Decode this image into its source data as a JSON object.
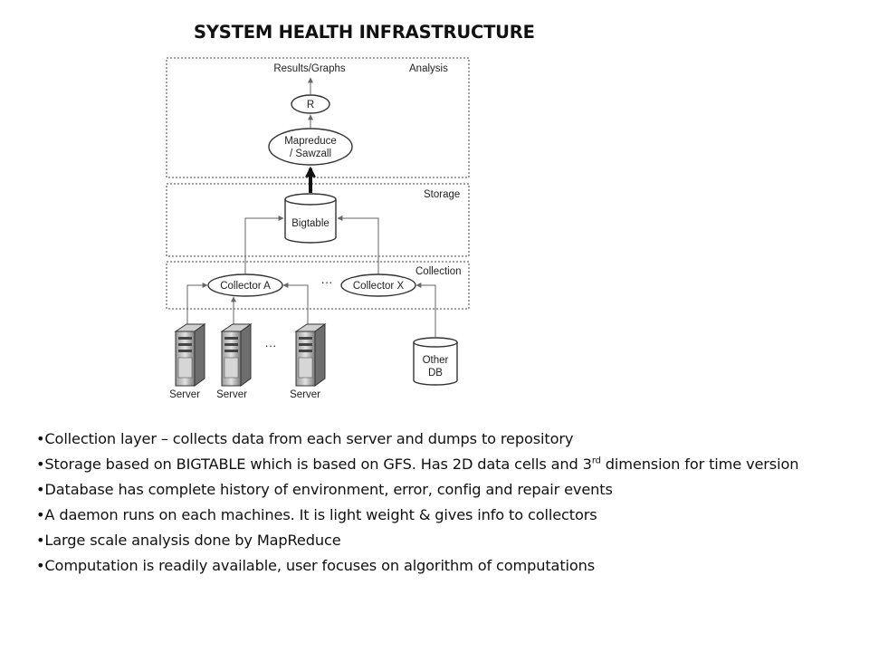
{
  "title": "SYSTEM HEALTH INFRASTRUCTURE",
  "diagram": {
    "layers": {
      "analysis": "Analysis",
      "storage": "Storage",
      "collection": "Collection"
    },
    "nodes": {
      "results": "Results/Graphs",
      "r": "R",
      "mapreduce_line1": "Mapreduce",
      "mapreduce_line2": "/ Sawzall",
      "bigtable": "Bigtable",
      "collector_a": "Collector A",
      "collector_x": "Collector X",
      "collector_ellipsis": "···",
      "server_ellipsis": "···",
      "other_db_line1": "Other",
      "other_db_line2": "DB"
    },
    "servers": [
      "Server",
      "Server",
      "Server"
    ]
  },
  "bullets": [
    {
      "text": "Collection layer – collects data from each server and dumps to repository"
    },
    {
      "text": "Storage based on BIGTABLE which is based on GFS. Has 2D data cells and 3",
      "sup": "rd",
      "text_after": " dimension for time version"
    },
    {
      "text": "Database has complete history of environment, error, config and repair events"
    },
    {
      "text": "A daemon runs on each machines. It is light weight & gives info to collectors"
    },
    {
      "text": "Large scale analysis done by MapReduce"
    },
    {
      "text": "Computation is readily available, user focuses on algorithm of computations"
    }
  ]
}
